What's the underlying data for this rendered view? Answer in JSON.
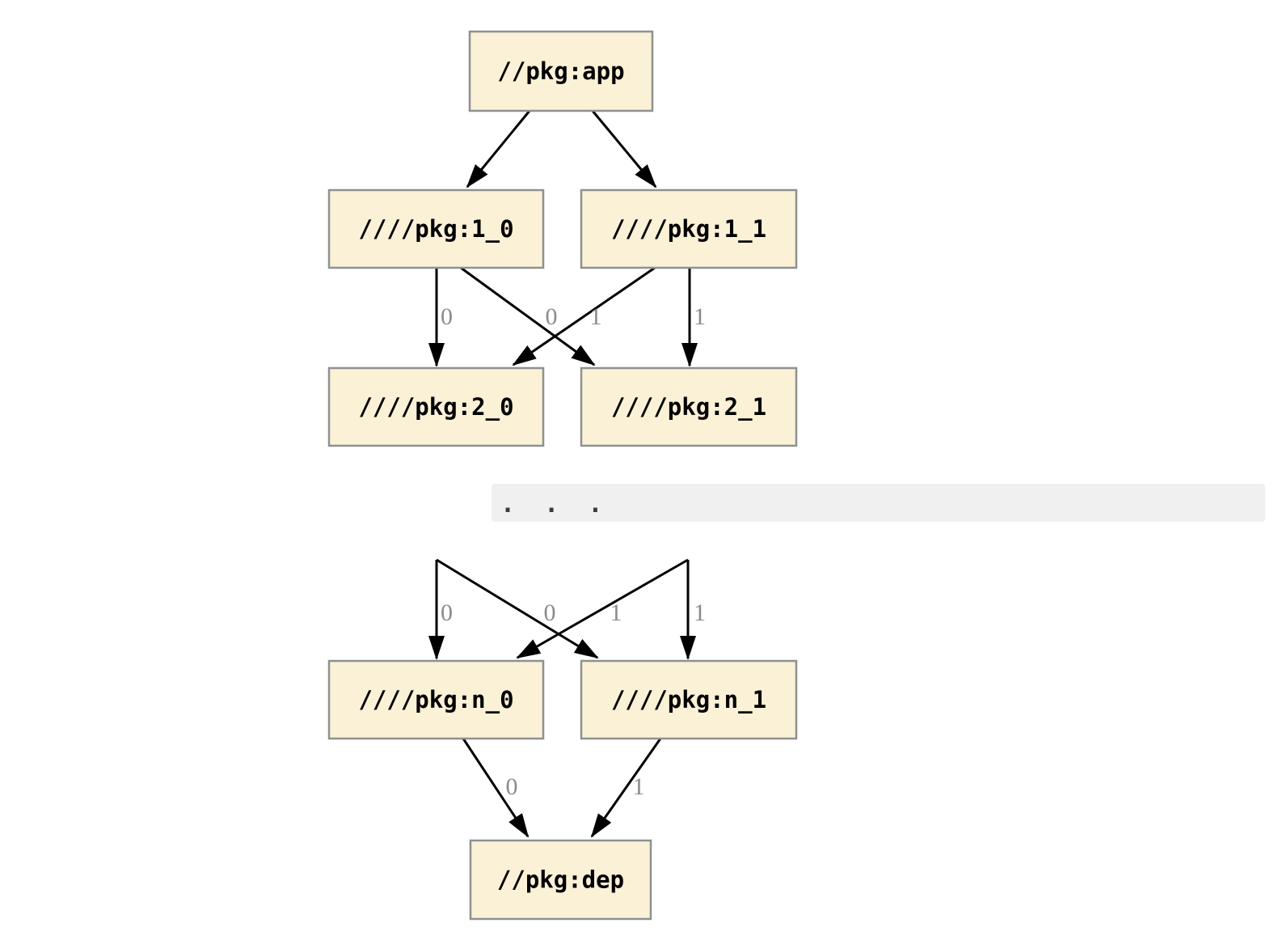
{
  "diagram": {
    "nodes": [
      {
        "id": "app",
        "label": "//pkg:app"
      },
      {
        "id": "1_0",
        "label": "////pkg:1_0"
      },
      {
        "id": "1_1",
        "label": "////pkg:1_1"
      },
      {
        "id": "2_0",
        "label": "////pkg:2_0"
      },
      {
        "id": "2_1",
        "label": "////pkg:2_1"
      },
      {
        "id": "n_0",
        "label": "////pkg:n_0"
      },
      {
        "id": "n_1",
        "label": "////pkg:n_1"
      },
      {
        "id": "dep",
        "label": "//pkg:dep"
      }
    ],
    "edges": [
      {
        "from": "app",
        "to": "1_0",
        "label": ""
      },
      {
        "from": "app",
        "to": "1_1",
        "label": ""
      },
      {
        "from": "1_0",
        "to": "2_0",
        "label": "0"
      },
      {
        "from": "1_0",
        "to": "2_1",
        "label": "0"
      },
      {
        "from": "1_1",
        "to": "2_0",
        "label": "1"
      },
      {
        "from": "1_1",
        "to": "2_1",
        "label": "1"
      },
      {
        "from": null,
        "to": "n_0",
        "label": "0"
      },
      {
        "from": null,
        "to": "n_1",
        "label": "0"
      },
      {
        "from": null,
        "to": "n_0",
        "label": "1"
      },
      {
        "from": null,
        "to": "n_1",
        "label": "1"
      },
      {
        "from": "n_0",
        "to": "dep",
        "label": "0"
      },
      {
        "from": "n_1",
        "to": "dep",
        "label": "1"
      }
    ],
    "ellipsis_text": ".  .  ."
  },
  "colors": {
    "node_fill": "#FAF1D6",
    "node_border": "#8D9191",
    "node_text": "#000000",
    "edge": "#000000",
    "edge_label": "#8B8B8B",
    "band_background": "#F0F0F0",
    "ellipsis_text": "#3B3B3B",
    "page_background": "#FFFFFF"
  }
}
